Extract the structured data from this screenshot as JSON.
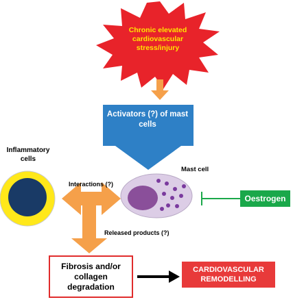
{
  "stress_label": "Chronic elevated cardiovascular stress/injury",
  "activators_label": "Activators (?) of mast cells",
  "inflammatory_label": "Inflammatory cells",
  "mast_cell_label": "Mast cell",
  "interactions_label": "Interactions (?)",
  "released_label": "Released products (?)",
  "fibrosis_label": "Fibrosis and/or collagen degradation",
  "remodelling_label": "CARDIOVASCULAR REMODELLING",
  "oestrogen_label": "Oestrogen",
  "colors": {
    "burst_fill": "#e8232a",
    "burst_text": "#ffe600",
    "activators_arrow": "#2e80c6",
    "orange_arrow": "#f5a04a",
    "inflammatory_ring": "#ffe81a",
    "inflammatory_core": "#193a66",
    "mast_cell_body": "#dccde6",
    "mast_cell_nucleus": "#8a4f9a",
    "granules": "#7a3a9e",
    "oestrogen": "#1aa84a",
    "remodelling_box": "#e83a3a",
    "fibrosis_border": "#e02c2c"
  }
}
